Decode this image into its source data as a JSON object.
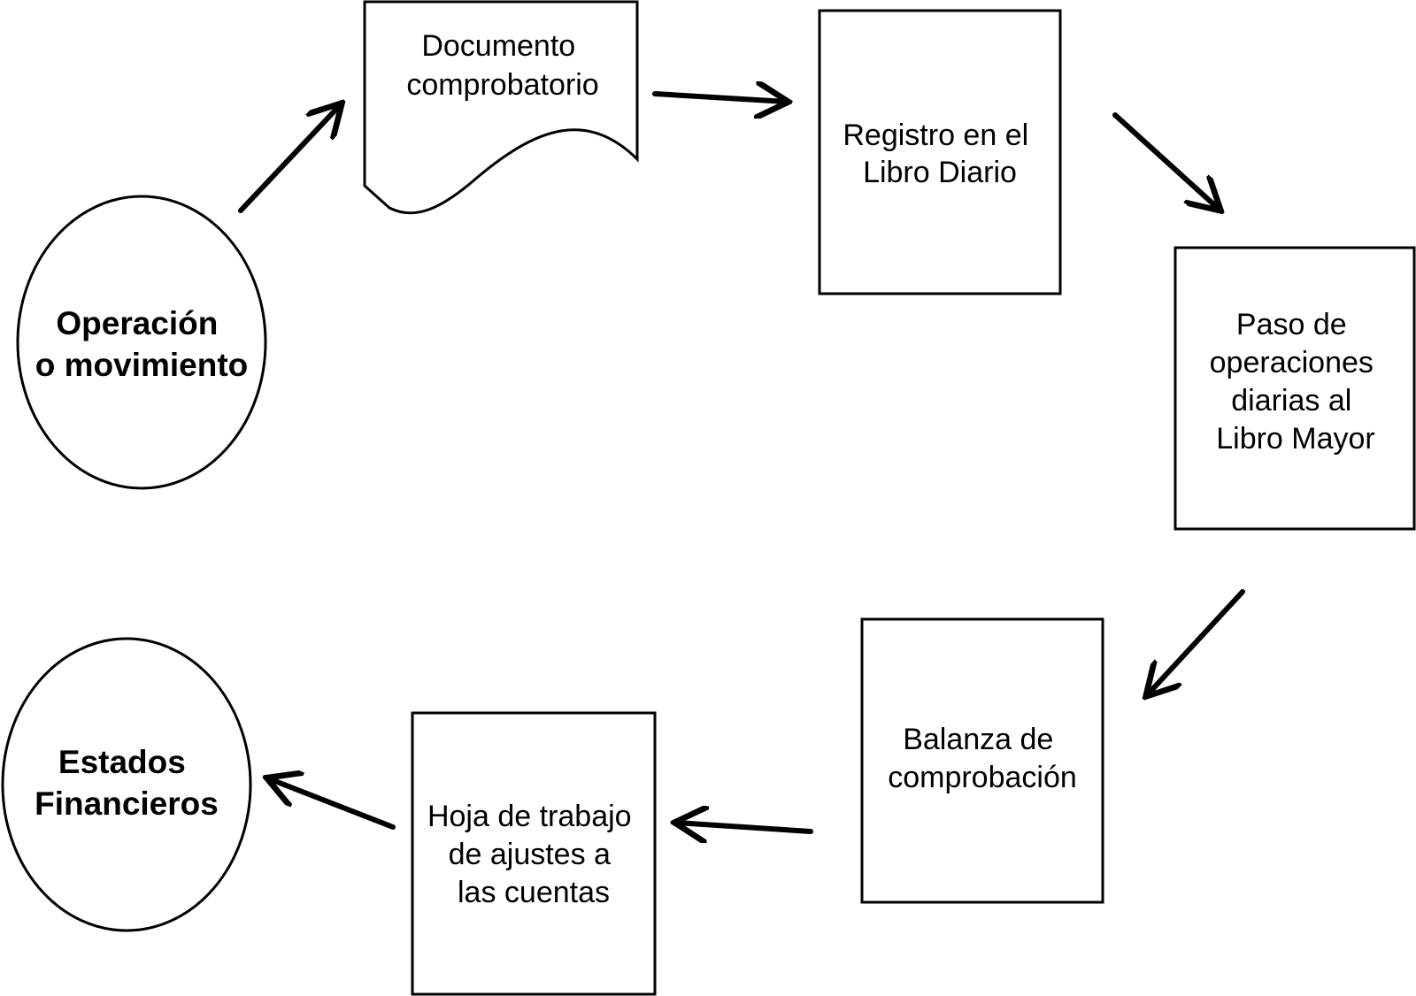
{
  "nodes": {
    "operacion": [
      "Operación",
      "o movimiento"
    ],
    "documento": [
      "Documento",
      "comprobatorio"
    ],
    "registro": [
      "Registro en el",
      "Libro Diario"
    ],
    "paso": [
      "Paso de",
      "operaciones",
      "diarias al",
      "Libro Mayor"
    ],
    "balanza": [
      "Balanza de",
      "comprobación"
    ],
    "hoja": [
      "Hoja de trabajo",
      "de ajustes a",
      "las cuentas"
    ],
    "estados": [
      "Estados",
      "Financieros"
    ]
  }
}
